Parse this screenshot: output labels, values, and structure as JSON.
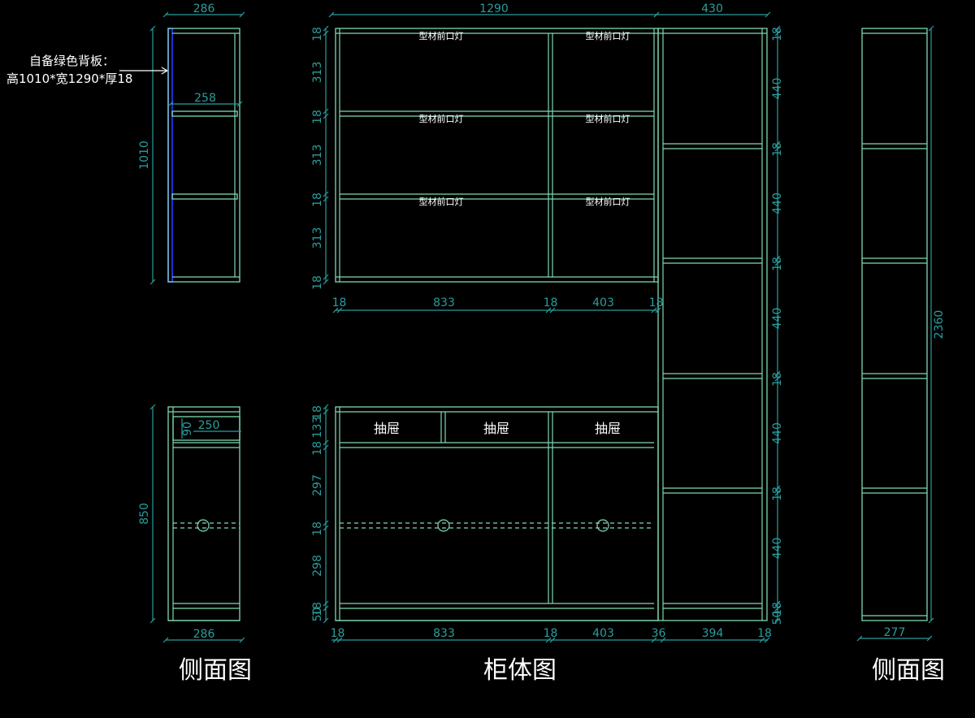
{
  "colors": {
    "background": "#000000",
    "panel": "#7fd9b0",
    "dimension": "#2a9d9d",
    "back_panel": "#1f2fd0",
    "text": "#ffffff",
    "dash": "#7fd9b0"
  },
  "captions": {
    "left": "侧面图",
    "center": "柜体图",
    "right": "侧面图"
  },
  "note": {
    "line1": "自备绿色背板：",
    "line2": "高1010*宽1290*厚18"
  },
  "labels": {
    "profile_light": "型材前口灯",
    "drawer": "抽屉"
  },
  "dims": {
    "upper_width": "1290",
    "tower_width": "430",
    "upper_left_row": [
      "18",
      "313",
      "18",
      "313",
      "18",
      "313",
      "18"
    ],
    "upper_bottom_row": [
      "18",
      "833",
      "18",
      "403",
      "18"
    ],
    "tower_right_col": [
      "18",
      "440",
      "18",
      "440",
      "18",
      "440",
      "18",
      "440",
      "18",
      "440",
      "18",
      "50"
    ],
    "lower_left_col": [
      "18",
      "133",
      "18",
      "297",
      "18",
      "298",
      "18",
      "50"
    ],
    "lower_bottom_row": [
      "18",
      "833",
      "18",
      "403",
      "36",
      "394",
      "18"
    ],
    "side_upper_top": "286",
    "side_upper_inner": "258",
    "side_upper_height": "1010",
    "side_lower_height": "850",
    "side_lower_bottom": "286",
    "side_lower_90": "90",
    "side_lower_250": "250",
    "side_tall_height": "2360",
    "side_tall_bottom": "277"
  }
}
